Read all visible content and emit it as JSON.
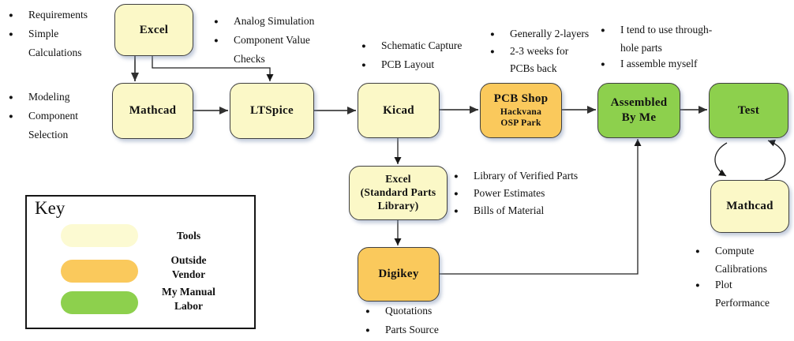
{
  "diagram": {
    "nodes": {
      "excel_top": {
        "label": "Excel"
      },
      "mathcad_top": {
        "label": "Mathcad"
      },
      "ltspice": {
        "label": "LTSpice"
      },
      "kicad": {
        "label": "Kicad"
      },
      "pcb_shop": {
        "title": "PCB Shop",
        "sub1": "Hackvana",
        "sub2": "OSP Park"
      },
      "assembled": {
        "line1": "Assembled",
        "line2": "By Me"
      },
      "test": {
        "label": "Test"
      },
      "excel_spl": {
        "line1": "Excel",
        "line2": "(Standard Parts",
        "line3": "Library)"
      },
      "digikey": {
        "label": "Digikey"
      },
      "mathcad_bottom": {
        "label": "Mathcad"
      }
    },
    "notes": {
      "requirements": [
        {
          "b": true,
          "t": "Requirements"
        },
        {
          "b": true,
          "t": "Simple"
        },
        {
          "b": false,
          "t": "Calculations"
        }
      ],
      "modeling": [
        {
          "b": true,
          "t": "Modeling"
        },
        {
          "b": true,
          "t": "Component"
        },
        {
          "b": false,
          "t": "Selection"
        }
      ],
      "analog": [
        {
          "b": true,
          "t": "Analog Simulation"
        },
        {
          "b": true,
          "t": "Component Value"
        },
        {
          "b": false,
          "t": "Checks"
        }
      ],
      "kicad_notes": [
        {
          "b": true,
          "t": "Schematic Capture"
        },
        {
          "b": true,
          "t": "PCB Layout"
        }
      ],
      "pcb_notes": [
        {
          "b": true,
          "t": "Generally 2-layers"
        },
        {
          "b": true,
          "t": "2-3 weeks for"
        },
        {
          "b": false,
          "t": "PCBs back"
        }
      ],
      "assembled_notes": [
        {
          "b": true,
          "t": "I tend to use through-"
        },
        {
          "b": false,
          "t": "hole parts"
        },
        {
          "b": true,
          "t": "I assemble myself"
        }
      ],
      "spl_notes": [
        {
          "b": true,
          "t": "Library of Verified Parts"
        },
        {
          "b": true,
          "t": "Power Estimates"
        },
        {
          "b": true,
          "t": "Bills of Material"
        }
      ],
      "digikey_notes": [
        {
          "b": true,
          "t": "Quotations"
        },
        {
          "b": true,
          "t": "Parts Source"
        }
      ],
      "mathcad_notes": [
        {
          "b": true,
          "t": "Compute"
        },
        {
          "b": false,
          "t": "Calibrations"
        },
        {
          "b": true,
          "t": "Plot"
        },
        {
          "b": false,
          "t": "Performance"
        }
      ]
    },
    "key": {
      "title": "Key",
      "items": [
        {
          "label": "Tools",
          "lines": [
            "Tools"
          ],
          "color": "#FCFAD2"
        },
        {
          "label": "Outside Vendor",
          "lines": [
            "Outside",
            "Vendor"
          ],
          "color": "#FAC95C"
        },
        {
          "label": "My Manual Labor",
          "lines": [
            "My Manual",
            "Labor"
          ],
          "color": "#8DD04D"
        }
      ]
    },
    "colors": {
      "tool_fill": "#FBF8C7",
      "vendor_fill": "#FAC95C",
      "labor_fill": "#8DD04D",
      "node_border": "#404040",
      "connector_gray": "#595959",
      "connector_black": "#222222",
      "text": "#111111"
    }
  }
}
